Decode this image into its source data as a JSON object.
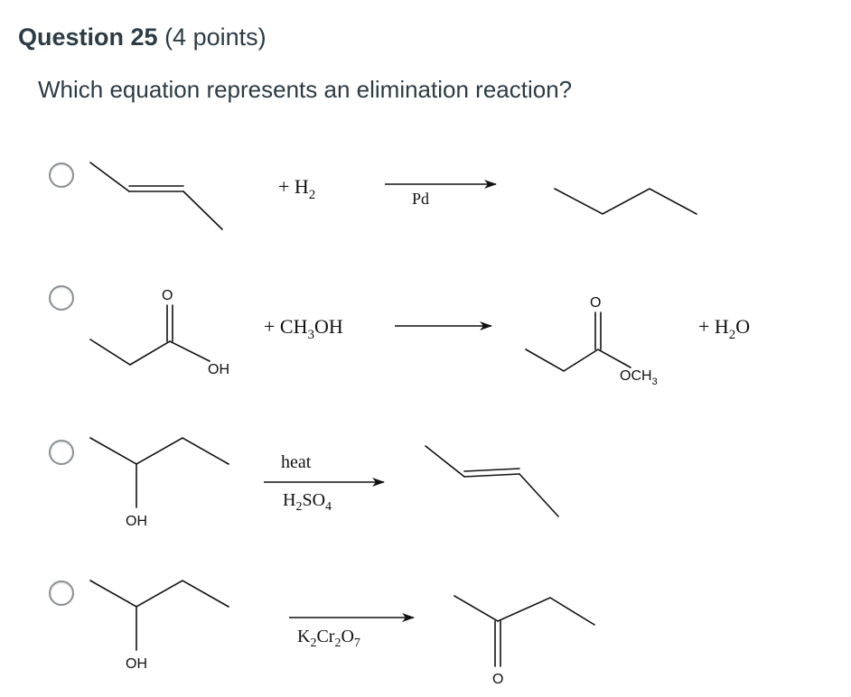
{
  "question": {
    "title": "Question 25",
    "points": "(4 points)",
    "text": "Which equation represents an elimination reaction?"
  },
  "options": [
    {
      "reagent_prefix": "+ H",
      "reagent_sub": "2",
      "arrow_below": "Pd"
    },
    {
      "reagent_a": "+ CH",
      "reagent_a_sub": "3",
      "reagent_b": "OH",
      "reactant_o": "O",
      "reactant_oh": "OH",
      "product_o": "O",
      "product_och": "OCH",
      "product_och_sub": "3",
      "byproduct_a": "+ H",
      "byproduct_sub": "2",
      "byproduct_b": "O"
    },
    {
      "arrow_above": "heat",
      "arrow_below_a": "H",
      "arrow_below_sub1": "2",
      "arrow_below_b": "SO",
      "arrow_below_sub2": "4",
      "reactant_oh": "OH"
    },
    {
      "arrow_below_a": "K",
      "arrow_below_sub1": "2",
      "arrow_below_b": "Cr",
      "arrow_below_sub2": "2",
      "arrow_below_c": "O",
      "arrow_below_sub3": "7",
      "reactant_oh": "OH",
      "product_o": "O"
    }
  ]
}
